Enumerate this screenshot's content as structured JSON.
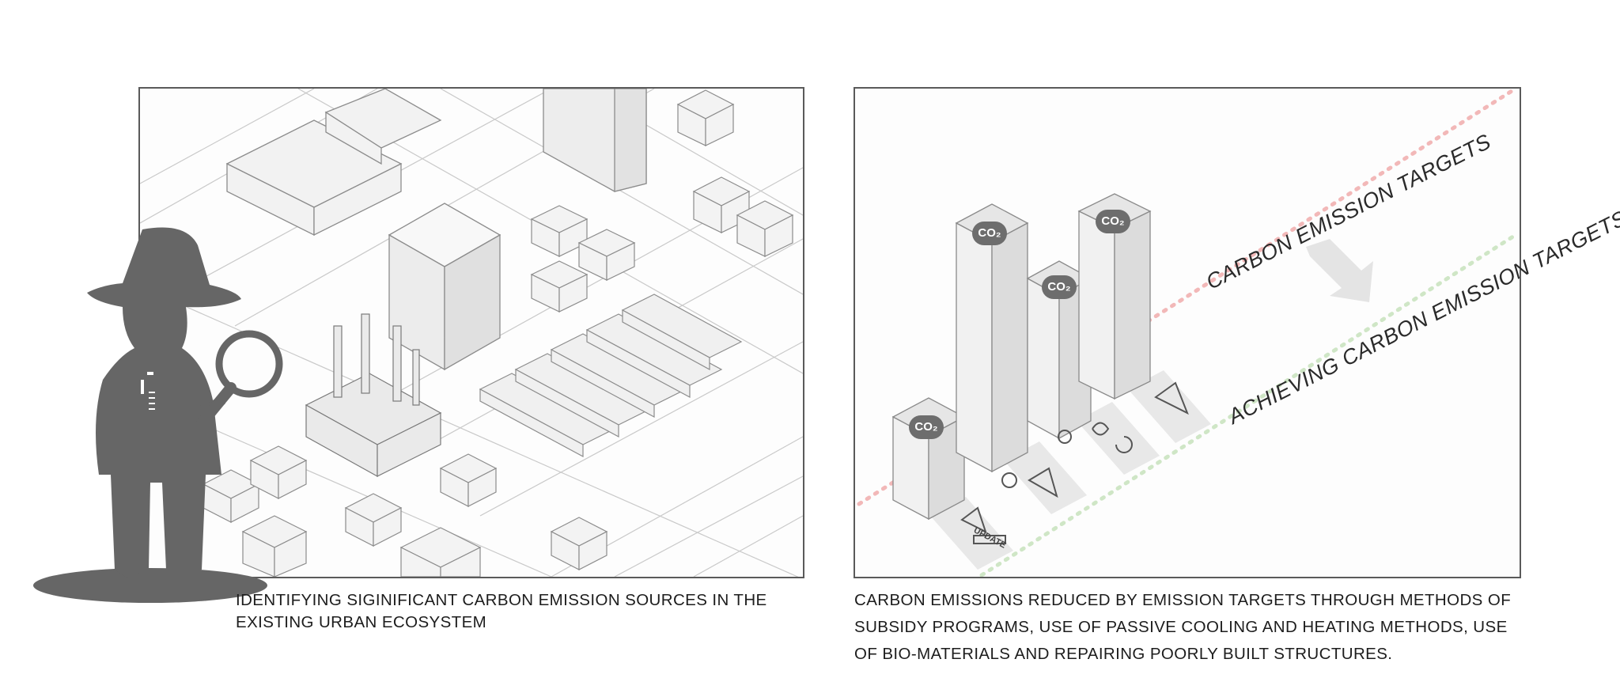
{
  "captions": {
    "left": "IDENTIFYING SIGINIFICANT CARBON EMISSION SOURCES IN THE EXISTING URBAN ECOSYSTEM",
    "right": "CARBON EMISSIONS REDUCED BY EMISSION TARGETS THROUGH METHODS OF SUBSIDY PROGRAMS, USE OF PASSIVE COOLING AND HEATING METHODS, USE OF BIO-MATERIALS AND REPAIRING POORLY BUILT STRUCTURES."
  },
  "diagram": {
    "target_line_label": "CARBON EMISSION TARGETS",
    "achieved_line_label": "ACHIEVING CARBON EMISSION TARGETS",
    "bar_badge": "CO₂",
    "update_label": "UPDATE"
  },
  "colors": {
    "frame": "#5a5a5a",
    "silhouette": "#666666",
    "target_line": "#f2b8b8",
    "achieved_line": "#cfe6c6",
    "building_fill": "#efefef",
    "building_stroke": "#8a8a8a"
  },
  "icons": [
    "detective-silhouette-icon",
    "magnifying-glass-icon",
    "co2-cloud-icon",
    "arrow-down-right-icon",
    "fan-icon",
    "leaf-icon",
    "recycle-icon",
    "hammer-wrench-icon"
  ]
}
